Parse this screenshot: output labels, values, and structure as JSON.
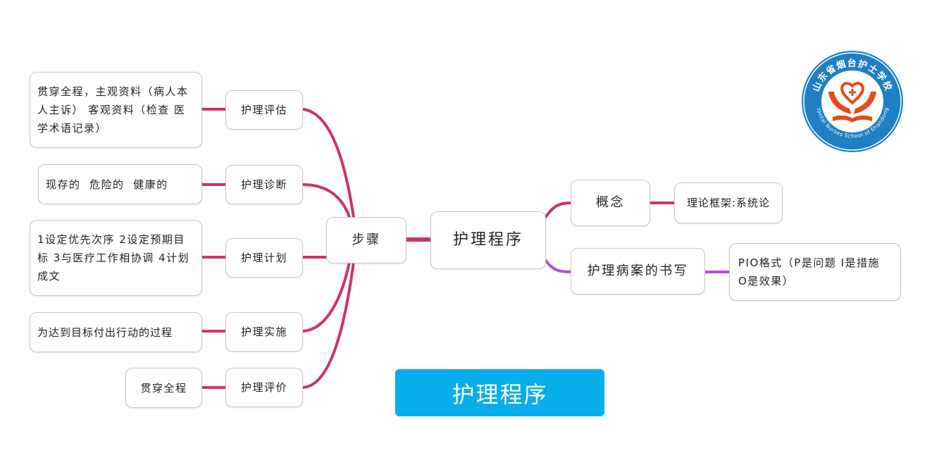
{
  "title_banner": "护理程序",
  "logo": {
    "cn_text": "山东省烟台护士学校",
    "en_text": "Yantai Nurses School of Shandong",
    "icon": "heart-hands-book-emblem",
    "colors": {
      "ring": "#1e7fc2",
      "emblem": "#e8491d"
    }
  },
  "colors": {
    "branch_left": "#cf3363",
    "branch_purple": "#b24fd8",
    "banner": "#08aee9"
  },
  "mindmap": {
    "root": "护理程序",
    "steps_node": "步骤",
    "steps": [
      {
        "label": "护理评估",
        "detail": "贯穿全程，主观资料（病人本人主诉） 客观资料（检查 医学术语记录）"
      },
      {
        "label": "护理诊断",
        "detail": "现存的  危险的  健康的"
      },
      {
        "label": "护理计划",
        "detail": "1设定优先次序 2设定预期目标 3与医疗工作相协调 4计划成文"
      },
      {
        "label": "护理实施",
        "detail": "为达到目标付出行动的过程"
      },
      {
        "label": "护理评价",
        "detail": "贯穿全程"
      }
    ],
    "right_branches": [
      {
        "label": "概念",
        "detail": "理论框架:系统论"
      },
      {
        "label": "护理病案的书写",
        "detail": "PIO格式（P是问题  I是措施 O是效果）"
      }
    ]
  }
}
